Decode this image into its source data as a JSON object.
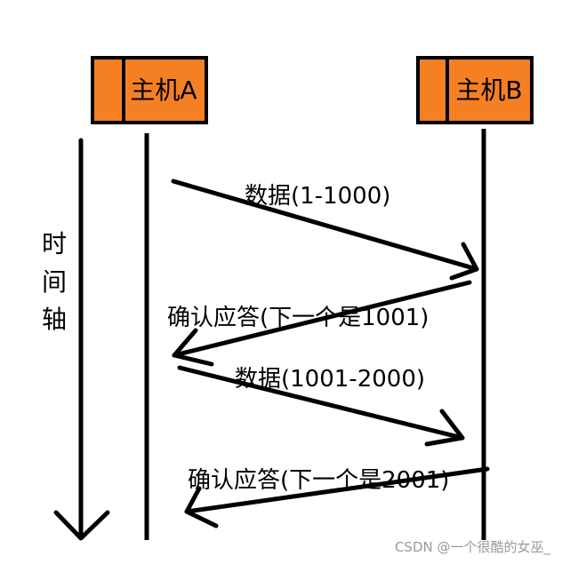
{
  "colors": {
    "host_fill": "#F58024",
    "stroke": "#000000",
    "watermark": "#9A9A9A"
  },
  "host_a": {
    "label": "主机A"
  },
  "host_b": {
    "label": "主机B"
  },
  "time_axis": {
    "label_chars": [
      "时",
      "间",
      "轴"
    ]
  },
  "messages": [
    {
      "label": "数据(1-1000)",
      "direction": "A-to-B"
    },
    {
      "label": "确认应答(下一个是1001)",
      "direction": "B-to-A"
    },
    {
      "label": "数据(1001-2000)",
      "direction": "A-to-B"
    },
    {
      "label": "确认应答(下一个是2001)",
      "direction": "B-to-A"
    }
  ],
  "watermark": "CSDN @一个很酷的女巫_"
}
